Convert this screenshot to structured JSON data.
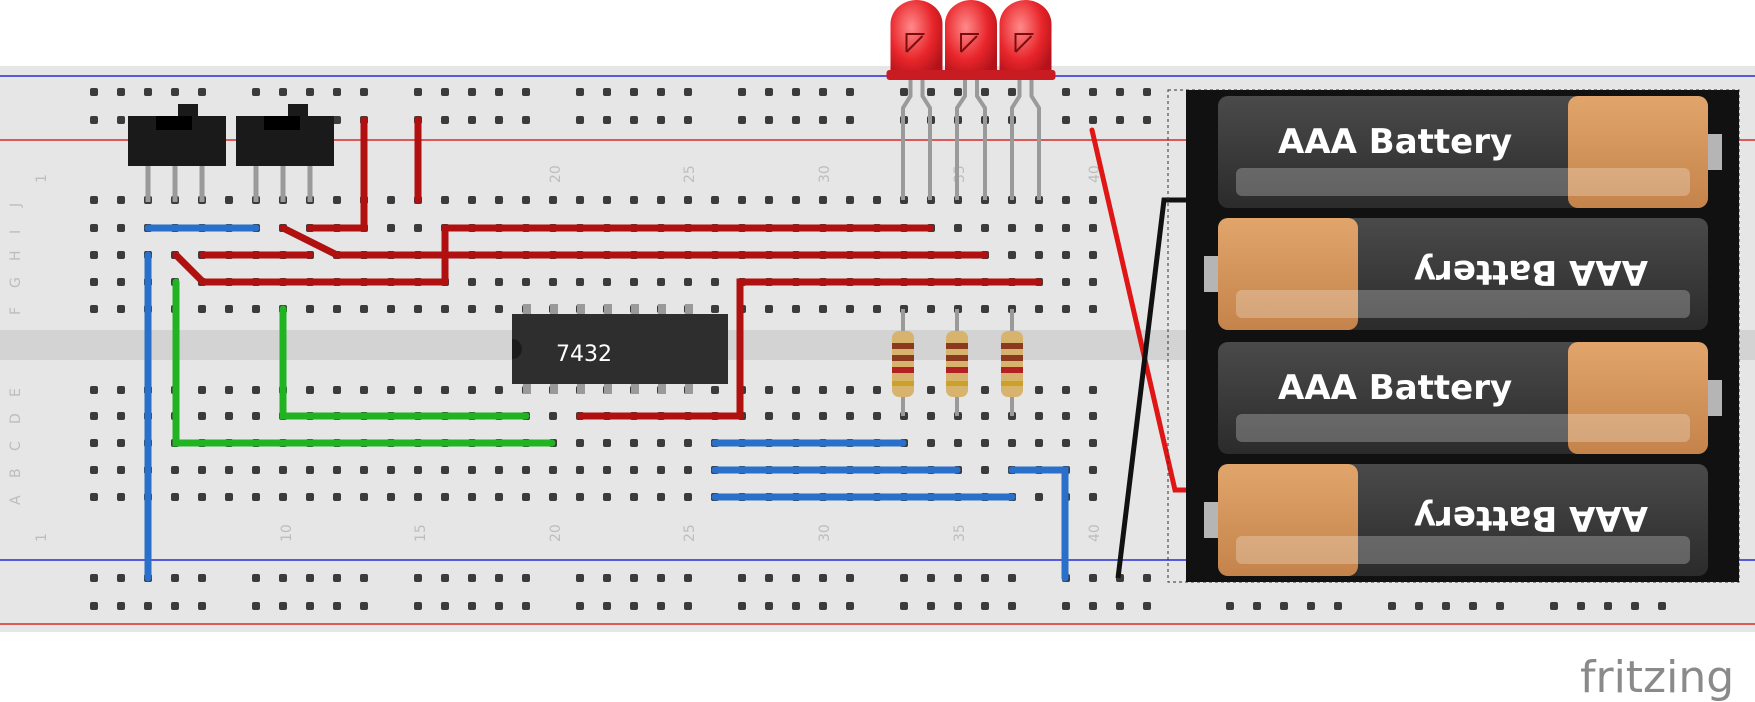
{
  "breadboard": {
    "column_labels_top": [
      "1",
      "20",
      "25",
      "30",
      "35",
      "40"
    ],
    "column_labels_bottom": [
      "1",
      "10",
      "15",
      "20",
      "25",
      "30",
      "35",
      "40"
    ],
    "row_labels_top": [
      "J",
      "I",
      "H",
      "G",
      "F"
    ],
    "row_labels_bottom": [
      "E",
      "D",
      "C",
      "B",
      "A"
    ]
  },
  "components": {
    "ic_label": "7432",
    "battery_labels": [
      "AAA Battery",
      "AAA Battery",
      "AAA Battery",
      "AAA Battery"
    ]
  },
  "branding": {
    "logo_text": "fritzing"
  },
  "colors": {
    "wire_red": "#c81414",
    "wire_blue": "#2a6fc9",
    "wire_green": "#22b322",
    "wire_black": "#111111",
    "led": "#e8262b",
    "board": "#e6e6e6"
  }
}
